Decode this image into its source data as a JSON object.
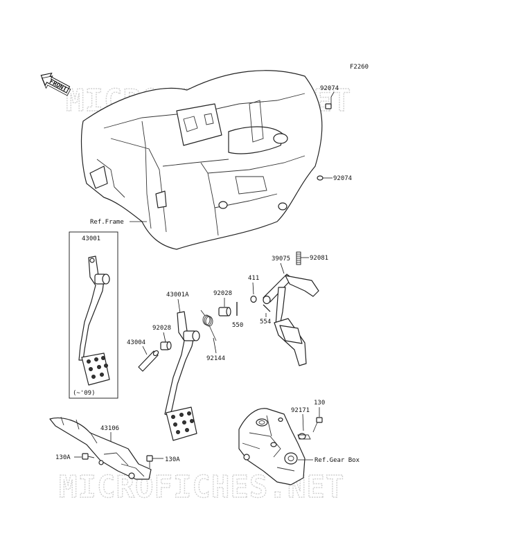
{
  "diagram": {
    "code": "F2260",
    "front_label": "FRONT",
    "watermark": "MICROFICHES.NET",
    "refs": {
      "frame": "Ref.Frame",
      "gear_box": "Ref.Gear Box"
    },
    "callouts": {
      "p92074_top": "92074",
      "p92074_mid": "92074",
      "p43001": "43001",
      "p43001_note": "(~'09)",
      "p39075": "39075",
      "p92081": "92081",
      "p411": "411",
      "p554": "554",
      "p92028_a": "92028",
      "p43001A": "43001A",
      "p550": "550",
      "p92028_b": "92028",
      "p43004": "43004",
      "p92144": "92144",
      "p43106": "43106",
      "p130A_left": "130A",
      "p130A_right": "130A",
      "p92171": "92171",
      "p130": "130"
    }
  }
}
